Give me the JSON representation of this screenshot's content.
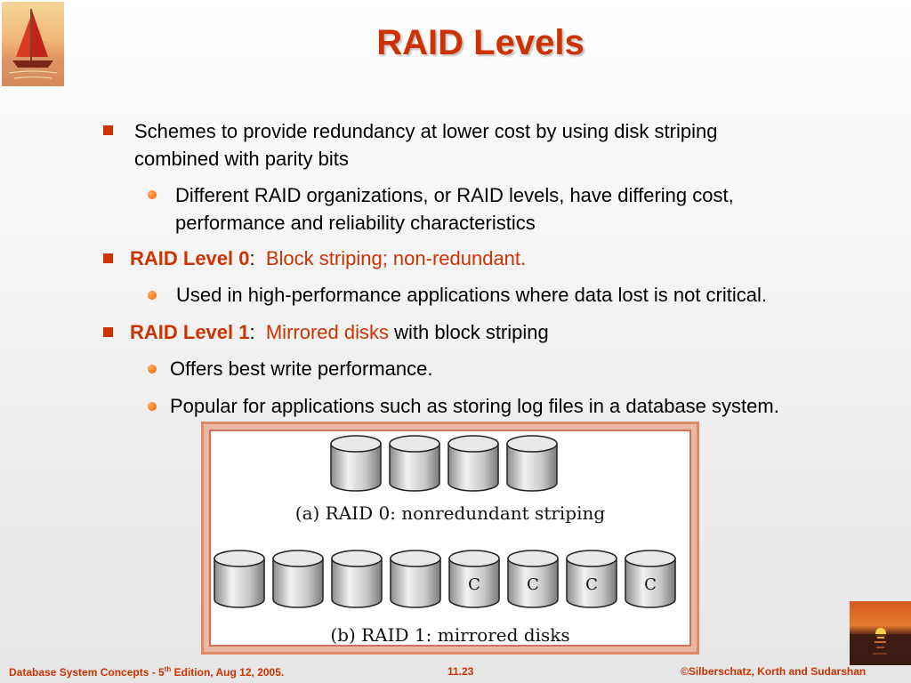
{
  "slide": {
    "title": "RAID Levels",
    "bullets": {
      "b1_line1": "Schemes to provide redundancy at lower cost by using disk striping",
      "b1_line2": "combined with parity bits",
      "b1a_line1": "Different RAID organizations, or RAID levels, have differing cost,",
      "b1a_line2": "performance and reliability characteristics",
      "b2_label": "RAID Level 0",
      "b2_colon": ":",
      "b2_desc": "Block striping; non-redundant.",
      "b2a": "Used in high-performance applications where data lost is not critical.",
      "b3_label": "RAID Level 1",
      "b3_colon": ":",
      "b3_desc": "Mirrored disks",
      "b3_rest": " with block striping",
      "b3a": "Offers best write performance.",
      "b3b": "Popular for applications such as storing log files in a database system."
    }
  },
  "figure": {
    "caption_a": "(a) RAID 0: nonredundant striping",
    "caption_b": "(b) RAID 1: mirrored disks",
    "raid0_disks": [
      "",
      "",
      "",
      ""
    ],
    "raid1_disks": [
      "",
      "",
      "",
      "",
      "C",
      "C",
      "C",
      "C"
    ]
  },
  "footer": {
    "left_prefix": "Database System Concepts - 5",
    "left_sup": "th",
    "left_suffix": " Edition, Aug 12,  2005.",
    "center": "11.23",
    "right": "©Silberschatz, Korth and Sudarshan"
  },
  "colors": {
    "accent": "#cc3300",
    "bullet_dot": "#ff7a1a"
  }
}
